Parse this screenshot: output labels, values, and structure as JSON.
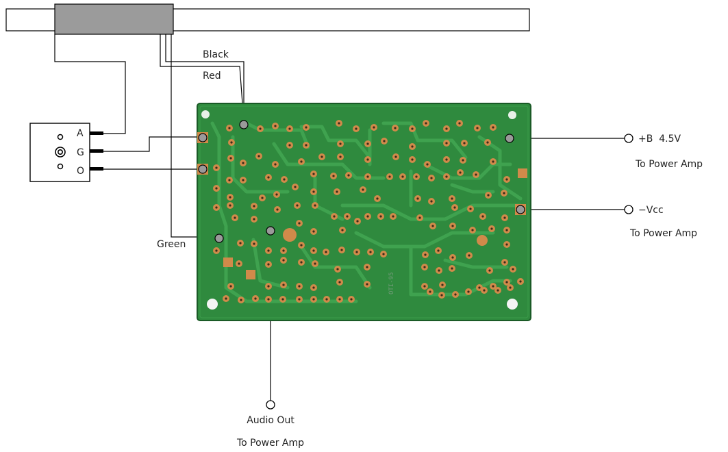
{
  "wire_labels": {
    "black": "Black",
    "red": "Red",
    "green": "Green"
  },
  "jack_pins": {
    "a": "A",
    "g": "G",
    "o": "O"
  },
  "terminals": {
    "plus_b": {
      "label": "+B  4.5V",
      "sublabel": "To Power Amp"
    },
    "minus_vcc": {
      "label": "−Vcc",
      "sublabel": "To Power Amp"
    },
    "audio_out": {
      "label": "Audio Out",
      "sublabel": "To Power Amp"
    }
  },
  "colors": {
    "board": "#2f8a3e",
    "board_dark": "#1f6b2d",
    "trace": "#3fa24f",
    "pad": "#d08a4a",
    "pad_hole": "#3a2a1a",
    "connection_pad": "#9a9a9a",
    "connector": "#999999",
    "wire": "#000000"
  }
}
